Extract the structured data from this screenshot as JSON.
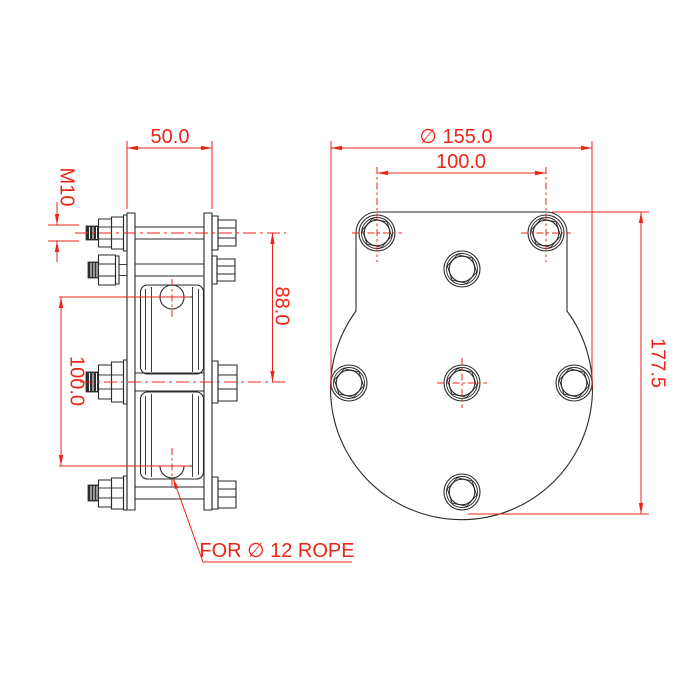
{
  "drawing": {
    "type": "technical-drawing",
    "part": "pulley-block",
    "background_color": "#ffffff",
    "line_color": "#2a2a2a",
    "dimension_color": "#ee2418",
    "side_view": {
      "dimensions": {
        "plate_width": "50.0",
        "thread_size": "M10",
        "axle_offset": "88.0",
        "sheave_diameter": "100.0"
      },
      "note": "FOR ∅ 12 ROPE"
    },
    "front_view": {
      "dimensions": {
        "plate_diameter": "∅ 155.0",
        "hole_pitch": "100.0",
        "overall_height": "177.5"
      }
    }
  }
}
